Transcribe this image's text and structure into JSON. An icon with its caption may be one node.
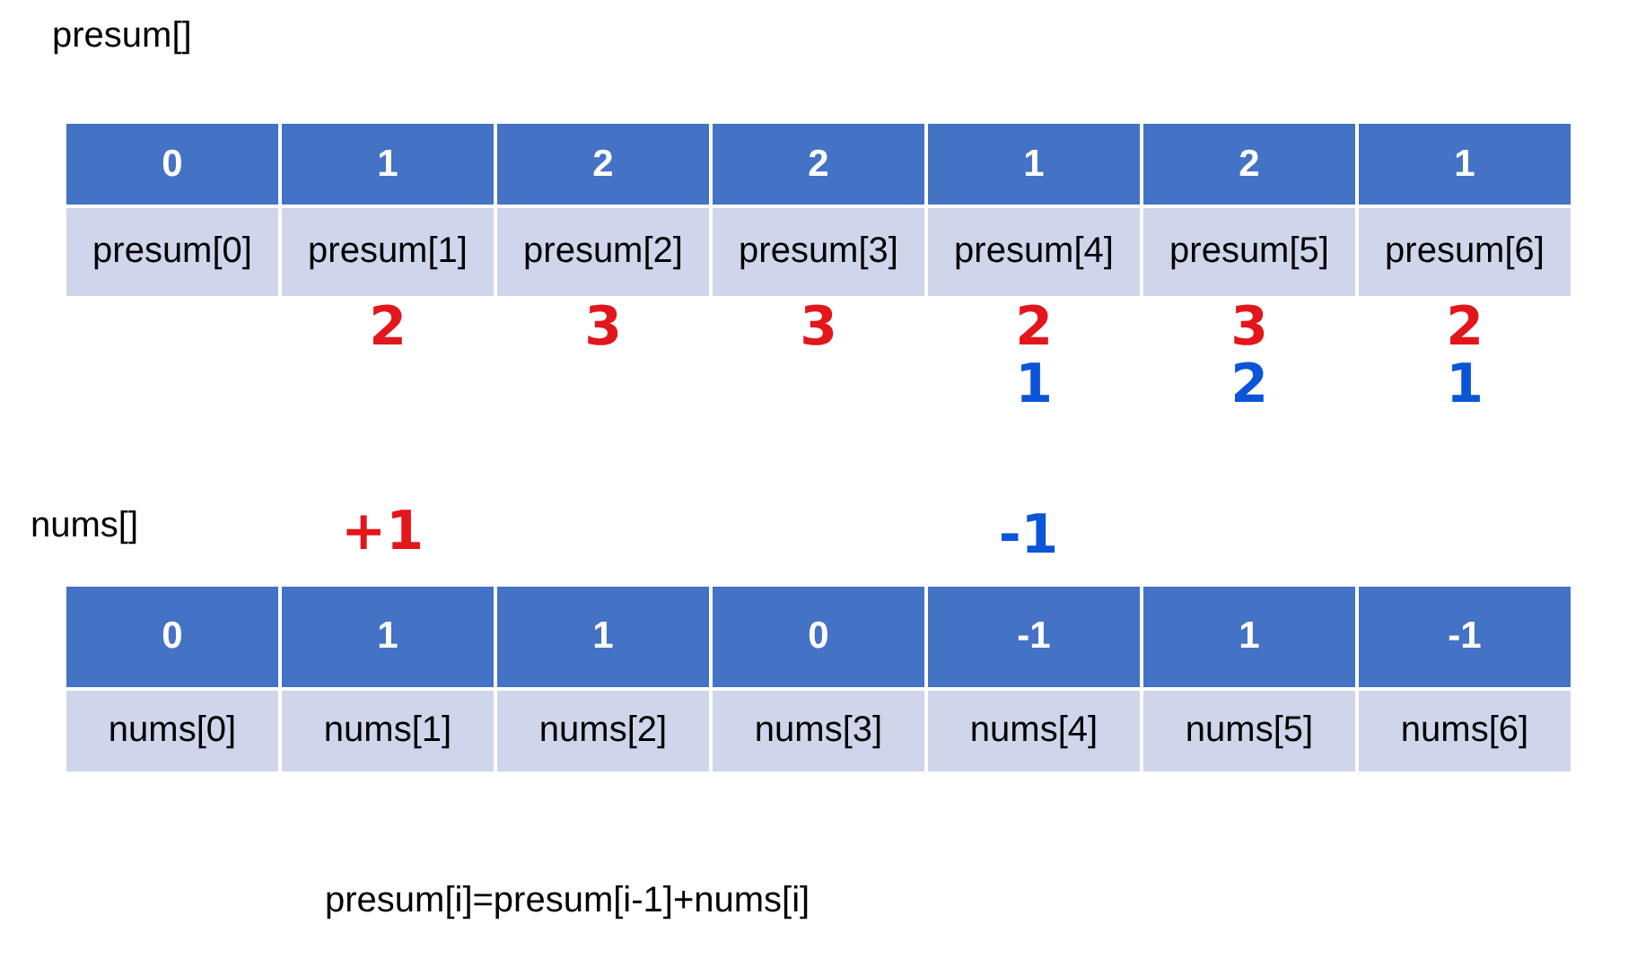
{
  "diagram": {
    "labels": [
      "presum[]",
      "0",
      "1",
      "2",
      "2",
      "1",
      "2",
      "1",
      "presum[0]",
      "presum[1]",
      "presum[2]",
      "presum[3]",
      "presum[4]",
      "presum[5]",
      "presum[6]",
      "2",
      "3",
      "3",
      "2",
      "3",
      "2",
      "1",
      "2",
      "1",
      "nums[]",
      "+1",
      "-1",
      "0",
      "1",
      "1",
      "0",
      "-1",
      "1",
      "-1",
      "nums[0]",
      "nums[1]",
      "nums[2]",
      "nums[3]",
      "nums[4]",
      "nums[5]",
      "nums[6]",
      "presum[i]=presum[i-1]+nums[i]"
    ]
  }
}
